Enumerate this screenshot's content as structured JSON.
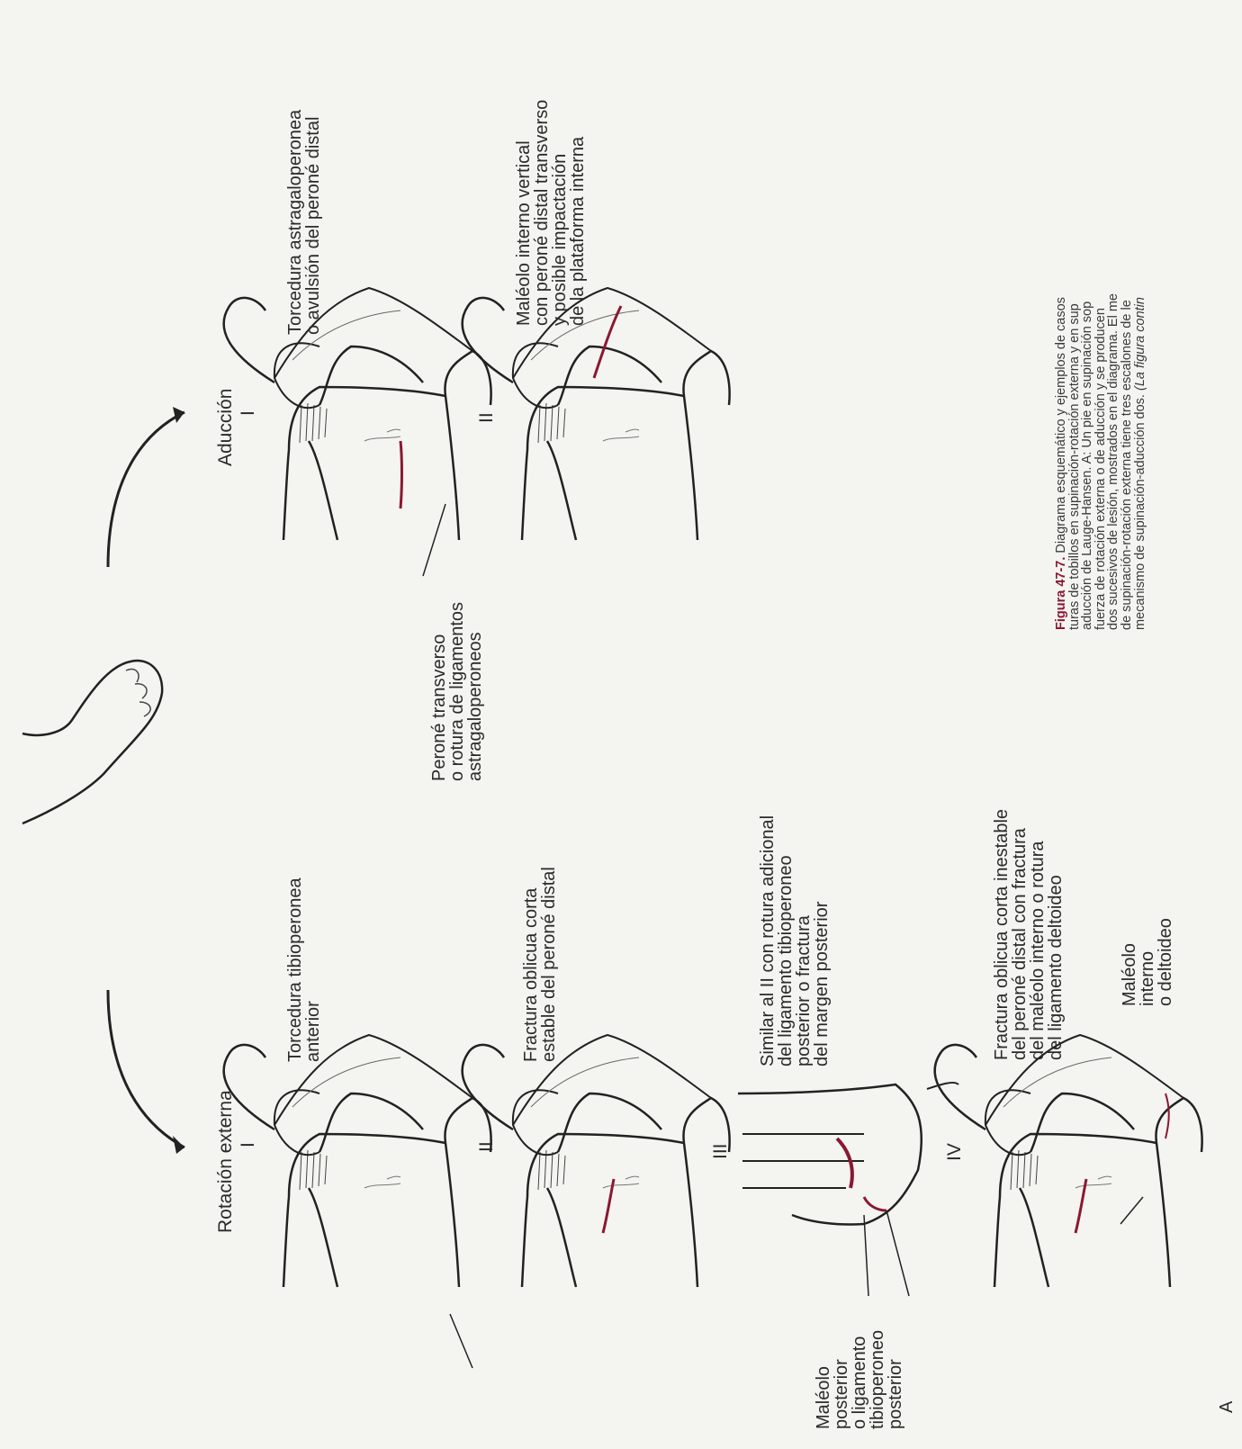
{
  "panel_letter": "A",
  "header_partial": "...",
  "columns": {
    "external": {
      "title": "Rotación externa",
      "stages": [
        {
          "roman": "I",
          "desc": [
            "Torcedura tibioperonea",
            "anterior"
          ]
        },
        {
          "roman": "II",
          "desc": [
            "Fractura oblicua corta",
            "estable del peroné distal"
          ]
        },
        {
          "roman": "III",
          "desc": [
            "Similar al II con rotura adicional",
            "del ligamento tibioperoneo",
            "posterior o fractura",
            "del margen posterior"
          ]
        },
        {
          "roman": "IV",
          "desc": [
            "Fractura oblicua corta inestable",
            "del peroné distal con fractura",
            "del maléolo interno o rotura",
            "del ligamento deltoideo"
          ]
        }
      ],
      "callout_posterior": [
        "Maléolo",
        "posterior",
        "o ligamento",
        "tibioperoneo",
        "posterior"
      ],
      "callout_medial": [
        "Maléolo",
        "interno",
        "o deltoideo"
      ]
    },
    "adduction": {
      "title": "Aducción",
      "stages": [
        {
          "roman": "I",
          "desc": [
            "Torcedura astragaloperonea",
            "o avulsión del peroné distal"
          ]
        },
        {
          "roman": "II",
          "desc": [
            "Maléolo interno vertical",
            "con peroné distal transverso",
            "y posible impactación",
            "de la plataforma interna"
          ]
        }
      ],
      "callout_fibula": [
        "Peroné transverso",
        "o rotura de ligamentos",
        "astragaloperoneos"
      ]
    }
  },
  "caption": {
    "fig_label": "Figura 47-7.",
    "lines": [
      " Diagrama esquemático y ejemplos de casos",
      "turas de tobillos en supinación-rotación externa y en sup",
      "aducción de Lauge-Hansen. A: Un pie en supinación sop",
      "fuerza de rotación externa o de aducción y se producen",
      "dos sucesivos de lesión, mostrados en el diagrama. El me",
      "de supinación-rotación externa tiene tres escalones de le",
      "mecanismo de supinación-aducción dos. "
    ],
    "italic_tail": "(La figura contin"
  },
  "colors": {
    "ink": "#2a2a2a",
    "fracture": "#8a1830",
    "page": "#f4f4f1"
  }
}
